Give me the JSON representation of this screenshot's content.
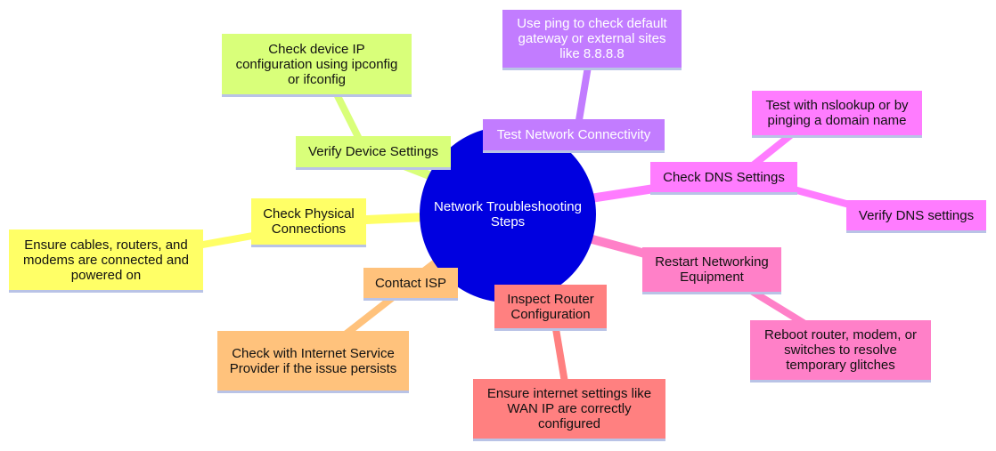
{
  "center": {
    "label": "Network Troubleshooting Steps"
  },
  "branches": {
    "connectivity": {
      "label": "Test Network Connectivity",
      "detail": "Use ping to check default gateway or external sites like 8.8.8.8",
      "color": "#c27cff"
    },
    "device": {
      "label": "Verify Device Settings",
      "detail": "Check device IP configuration using ipconfig or ifconfig",
      "color": "#d9ff7a"
    },
    "physical": {
      "label": "Check Physical Connections",
      "detail": "Ensure cables, routers, and modems are connected and powered on",
      "color": "#ffff66"
    },
    "isp": {
      "label": "Contact ISP",
      "detail": "Check with Internet Service Provider if the issue persists",
      "color": "#ffc27c"
    },
    "router": {
      "label": "Inspect Router Configuration",
      "detail": "Ensure internet settings like WAN IP are correctly configured",
      "color": "#ff8080"
    },
    "restart": {
      "label": "Restart Networking Equipment",
      "detail": "Reboot router, modem, or switches to resolve temporary glitches",
      "color": "#ff80c8"
    },
    "dns": {
      "label": "Check DNS Settings",
      "detail_a": "Test with nslookup or by pinging a domain name",
      "detail_b": "Verify DNS settings",
      "color": "#ff7cff"
    }
  },
  "colors": {
    "center": "#0000e0"
  }
}
